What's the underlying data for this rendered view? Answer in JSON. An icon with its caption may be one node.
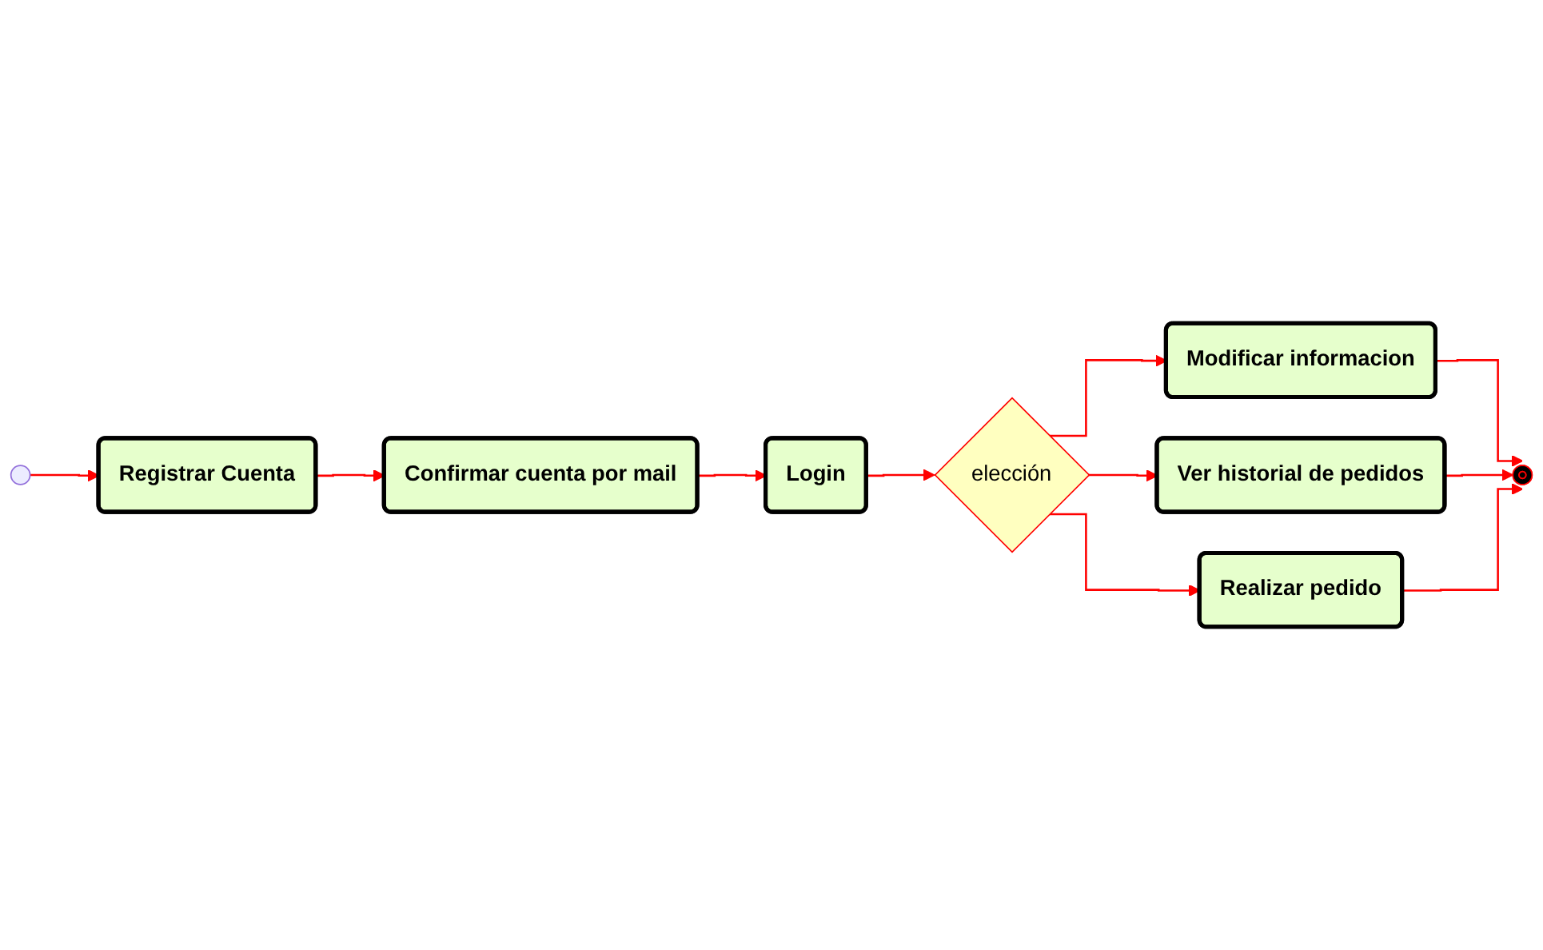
{
  "diagram": {
    "nodes": [
      {
        "text": [],
        "shape": "circle"
      },
      {
        "text": [
          "Registrar Cuenta"
        ]
      },
      {
        "text": [
          "Confirmar cuenta por mail"
        ]
      },
      {
        "text": [
          "Login"
        ]
      },
      {
        "text": [
          "elección"
        ]
      },
      {
        "text": [
          "Modificar informacion"
        ]
      },
      {
        "text": [
          "Ver historial de pedidos"
        ]
      },
      {
        "text": [
          "Realizar pedido"
        ]
      },
      {
        "text": [],
        "shape": "circle"
      }
    ],
    "edges": [
      {
        "from": 0,
        "to": 1,
        "arrow": "to"
      },
      {
        "from": 1,
        "to": 2,
        "arrow": "to"
      },
      {
        "from": 2,
        "to": 3,
        "arrow": "to"
      },
      {
        "from": 3,
        "to": 4,
        "arrow": "to"
      },
      {
        "from": 4,
        "to": 5,
        "arrow": "to"
      },
      {
        "from": 4,
        "to": 6,
        "arrow": "to"
      },
      {
        "from": 4,
        "to": 7,
        "arrow": "to"
      },
      {
        "from": 5,
        "to": 8,
        "arrow": "to"
      },
      {
        "from": 6,
        "to": 8,
        "arrow": "to"
      },
      {
        "from": 7,
        "to": 8,
        "arrow": "to"
      }
    ]
  }
}
